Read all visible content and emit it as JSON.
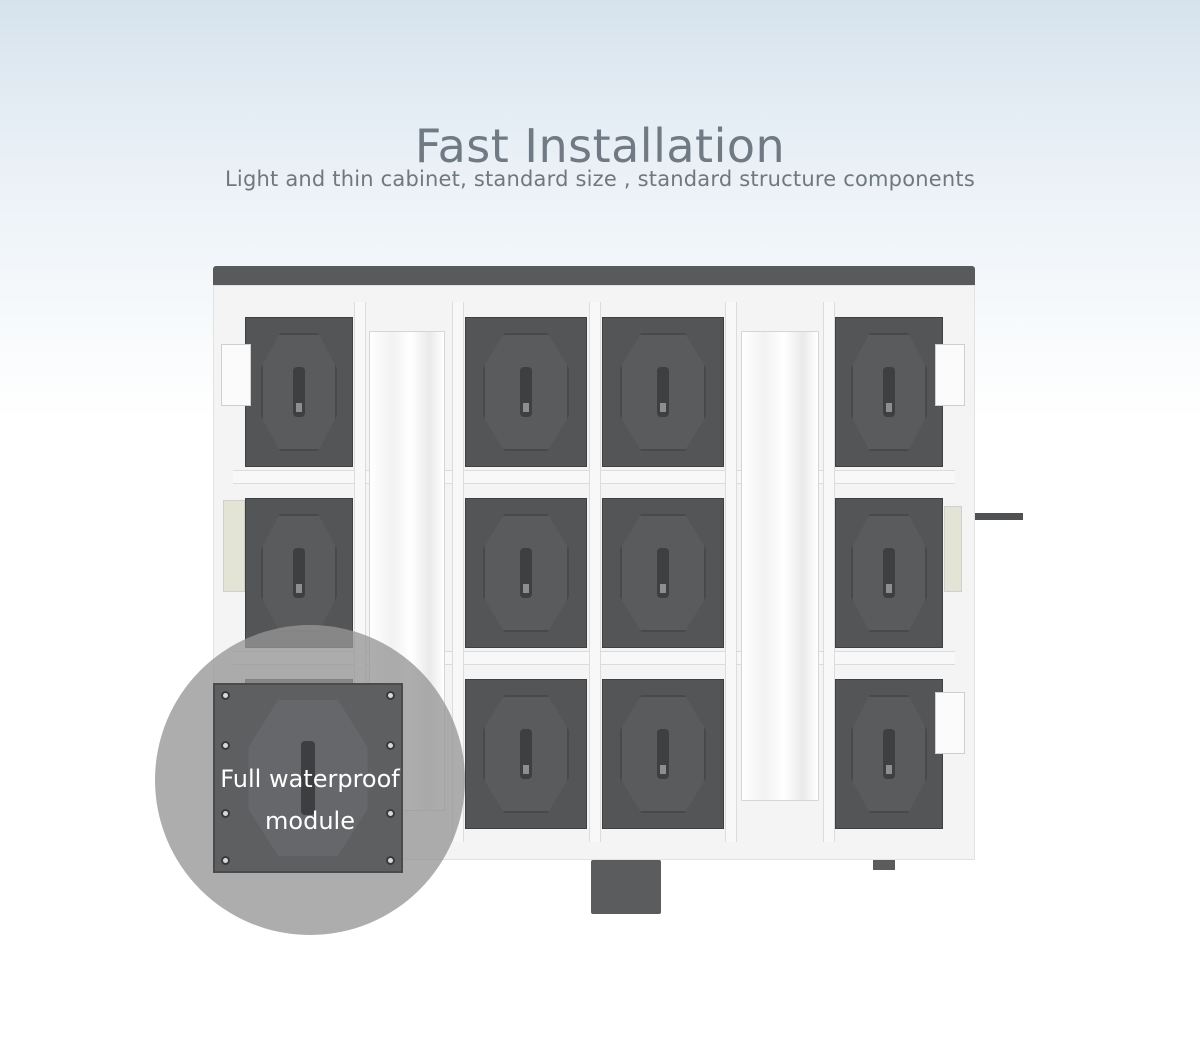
{
  "header": {
    "title": "Fast Installation",
    "subtitle": "Light and thin cabinet, standard size , standard structure components"
  },
  "illustration": {
    "subject": "LED display cabinet rear view",
    "module_grid": {
      "rows": 3,
      "columns": 4
    },
    "callout": {
      "label_line1": "Full waterproof",
      "label_line2": "module"
    }
  },
  "colors": {
    "title_text": "#707a84",
    "subtitle_text": "#6f777f",
    "module_fill": "#545556",
    "frame": "#f4f4f4",
    "top_bar": "#595a5c",
    "callout_bg": "#969696",
    "callout_text": "#ffffff"
  }
}
